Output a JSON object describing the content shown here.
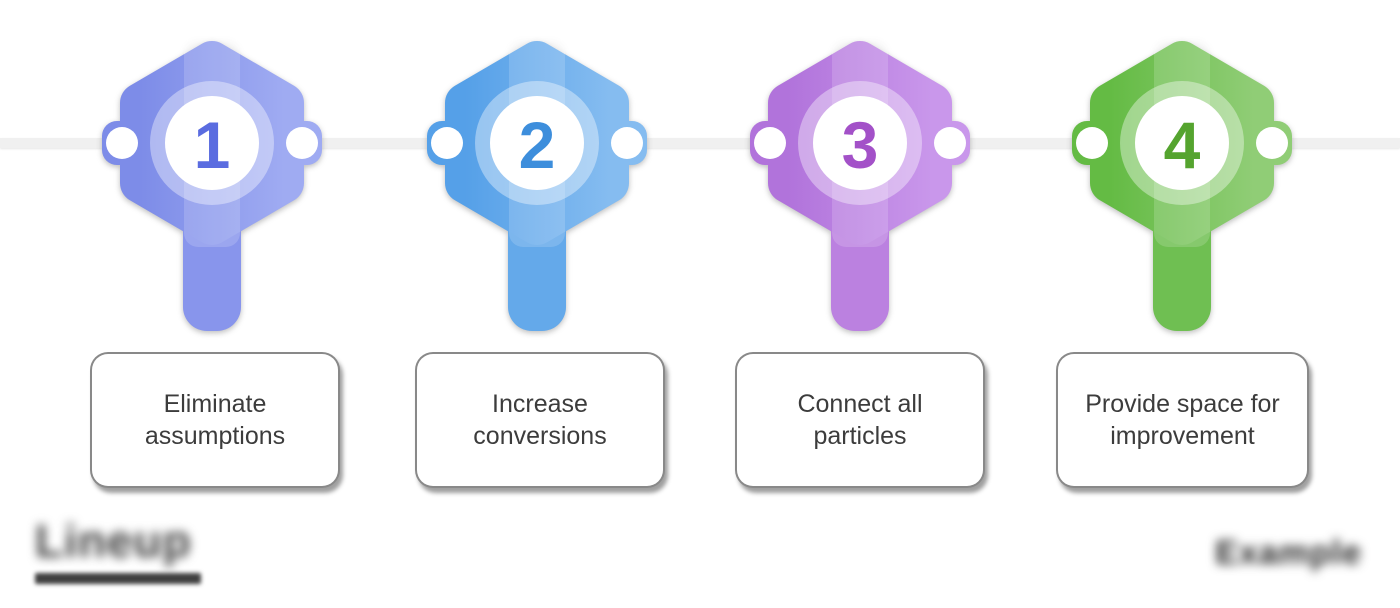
{
  "timeline": {
    "line_color": "#f0f0f0"
  },
  "steps": [
    {
      "number": "1",
      "label": "Eliminate assumptions",
      "colors": {
        "base": "#7d8ce8",
        "light": "#9fabf2",
        "stem": "#8895ec",
        "number": "#5a6ce0"
      }
    },
    {
      "number": "2",
      "label": "Increase conversions",
      "colors": {
        "base": "#55a0e8",
        "light": "#85bcf0",
        "stem": "#64a9ea",
        "number": "#3d8edc"
      }
    },
    {
      "number": "3",
      "label": "Connect all particles",
      "colors": {
        "base": "#b173db",
        "light": "#c997eb",
        "stem": "#bb81e0",
        "number": "#a351c8"
      }
    },
    {
      "number": "4",
      "label": "Provide space for improvement",
      "colors": {
        "base": "#64bb44",
        "light": "#90cd76",
        "stem": "#6fbf52",
        "number": "#55a42f"
      }
    }
  ],
  "watermarks": {
    "left": {
      "approx_text": "Lineup"
    },
    "right": {
      "approx_text": "Example"
    }
  }
}
